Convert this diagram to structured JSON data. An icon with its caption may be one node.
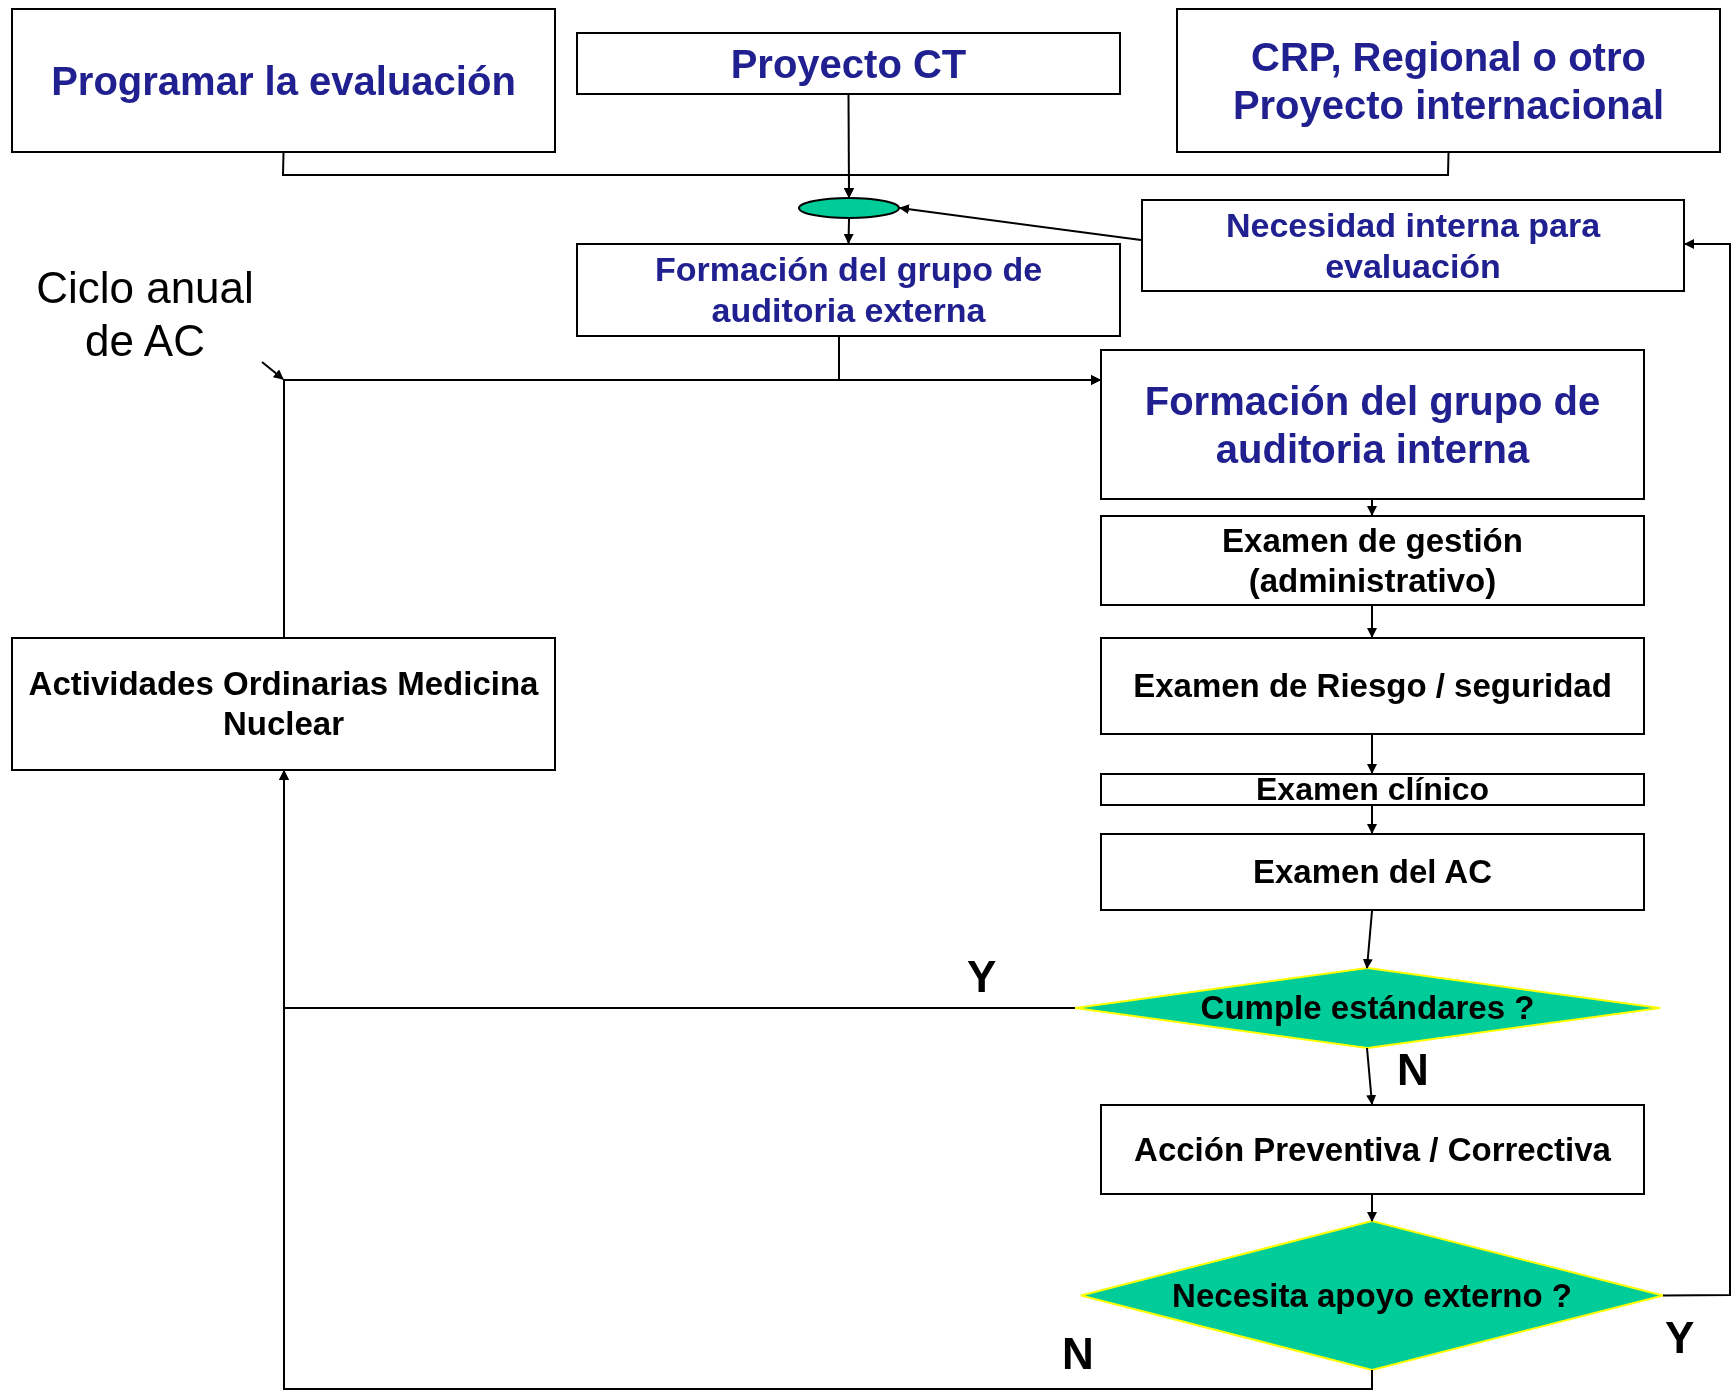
{
  "diagram": {
    "nodes": [
      {
        "text": [
          "Programar la evaluación"
        ]
      },
      {
        "text": [
          "Proyecto CT"
        ]
      },
      {
        "text": [
          "CRP,  Regional o otro Proyecto internacional"
        ]
      },
      {
        "text": [],
        "shape": "ellipse"
      },
      {
        "text": [
          "Formación del grupo de auditoria externa"
        ]
      },
      {
        "text": [
          "Necesidad interna para evaluación"
        ]
      },
      {
        "text": [
          "Ciclo anual de AC"
        ]
      },
      {
        "text": [
          "Formación del grupo de auditoria interna"
        ]
      },
      {
        "text": [
          "Examen de gestión (administrativo)"
        ]
      },
      {
        "text": [
          "Examen de Riesgo / seguridad"
        ]
      },
      {
        "text": [
          "Examen clínico"
        ]
      },
      {
        "text": [
          "Examen del AC"
        ]
      },
      {
        "text": [
          "Cumple estándares ?"
        ]
      },
      {
        "text": [
          "Acción Preventiva / Correctiva"
        ]
      },
      {
        "text": [
          "Necesita apoyo externo ?"
        ]
      },
      {
        "text": [
          "Actividades Ordinarias Medicina Nuclear"
        ]
      }
    ],
    "edges": [
      {
        "from": 0,
        "to": 3,
        "arrow": "to"
      },
      {
        "from": 1,
        "to": 3,
        "arrow": "to"
      },
      {
        "from": 2,
        "to": 3,
        "arrow": "to"
      },
      {
        "from": 3,
        "to": 4,
        "arrow": "to"
      },
      {
        "from": 5,
        "to": 3,
        "arrow": "to"
      },
      {
        "from": 4,
        "to": 7,
        "arrow": "to"
      },
      {
        "from": 15,
        "to": 7,
        "arrow": "to"
      },
      {
        "from": 6,
        "to": null,
        "arrow": "to"
      },
      {
        "from": 7,
        "to": 8,
        "arrow": "to"
      },
      {
        "from": 8,
        "to": 9,
        "arrow": "to"
      },
      {
        "from": 9,
        "to": 10,
        "arrow": "to"
      },
      {
        "from": 10,
        "to": 11,
        "arrow": "to"
      },
      {
        "from": 11,
        "to": 12,
        "arrow": "to"
      },
      {
        "from": 12,
        "to": 13,
        "arrow": "to",
        "label": "N"
      },
      {
        "from": 13,
        "to": 14,
        "arrow": "to"
      },
      {
        "from": 12,
        "to": 15,
        "arrow": "to",
        "label": "Y"
      },
      {
        "from": 14,
        "to": 15,
        "arrow": "to",
        "label": "N"
      },
      {
        "from": 14,
        "to": 5,
        "arrow": "to",
        "label": "Y"
      }
    ]
  }
}
